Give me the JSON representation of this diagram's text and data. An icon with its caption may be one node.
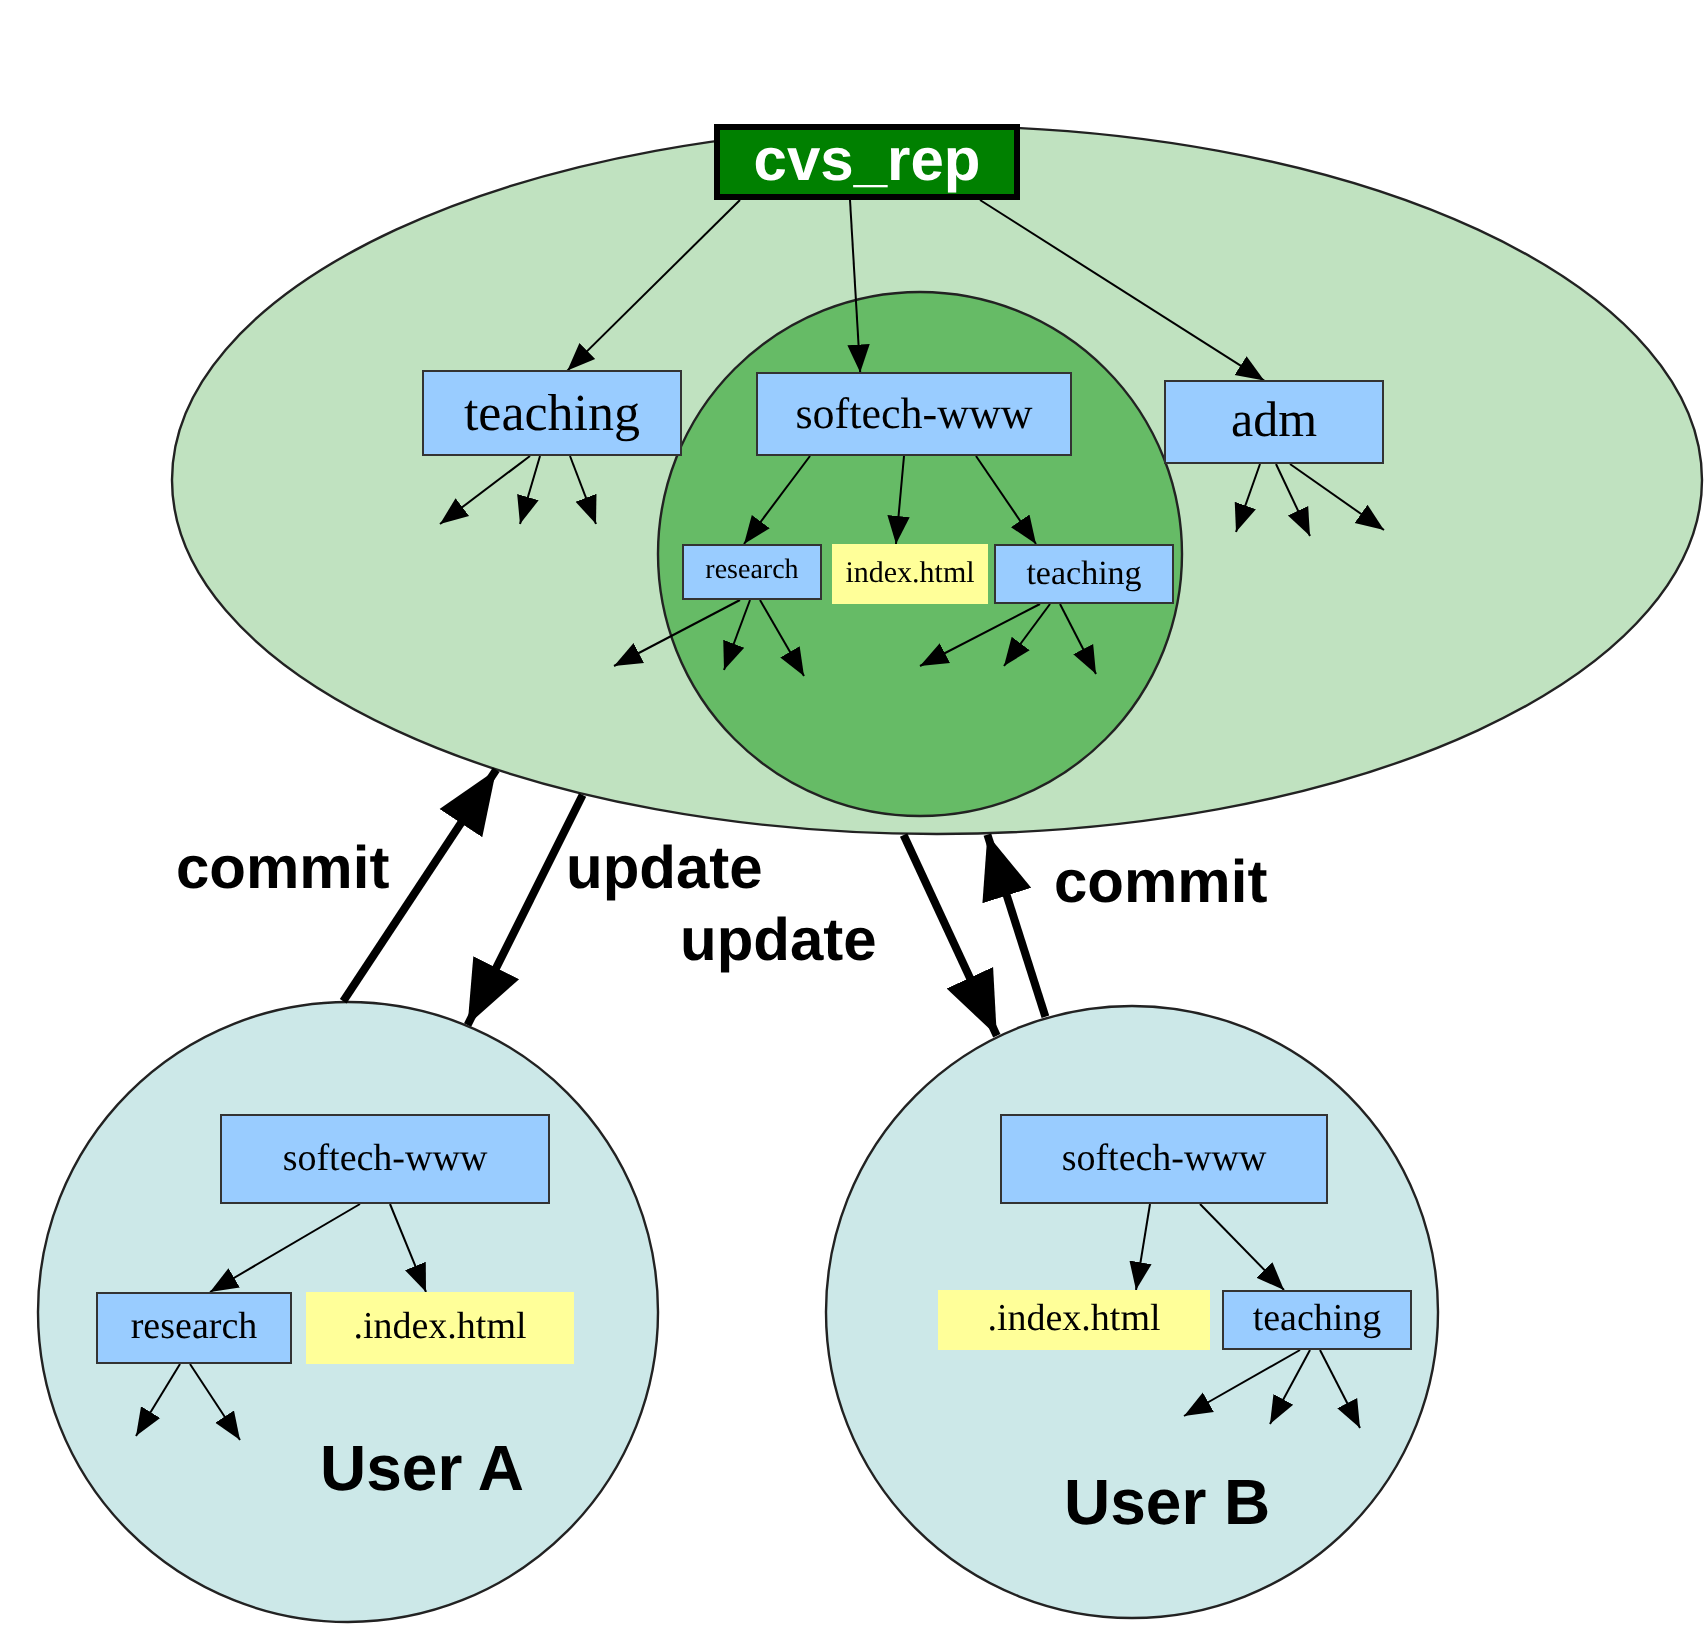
{
  "diagram": {
    "nodes": [
      {
        "text": [],
        "shape": "ellipse"
      },
      {
        "text": [
          "cvs_rep"
        ],
        "in": 0
      },
      {
        "text": [
          "teaching"
        ],
        "in": 0
      },
      {
        "text": [],
        "shape": "circle",
        "in": 0
      },
      {
        "text": [
          "softech-www"
        ],
        "in": 3
      },
      {
        "text": [
          "adm"
        ],
        "in": 0
      },
      {
        "text": [
          "research"
        ],
        "in": 3
      },
      {
        "text": [
          "index.html"
        ],
        "in": 3
      },
      {
        "text": [
          "teaching"
        ],
        "in": 3
      },
      {
        "text": [
          "User A"
        ]
      },
      {
        "text": [
          "softech-www"
        ],
        "in": 9
      },
      {
        "text": [
          "research"
        ],
        "in": 9
      },
      {
        "text": [
          ".index.html"
        ],
        "in": 9
      },
      {
        "text": [
          "User B"
        ]
      },
      {
        "text": [
          "softech-www"
        ],
        "in": 13
      },
      {
        "text": [
          ".index.html"
        ],
        "in": 13
      },
      {
        "text": [
          "teaching"
        ],
        "in": 13
      }
    ],
    "edges": [
      {
        "from": 1,
        "to": 2,
        "arrow": "to"
      },
      {
        "from": 1,
        "to": 4,
        "arrow": "to"
      },
      {
        "from": 1,
        "to": 5,
        "arrow": "to"
      },
      {
        "from": 2,
        "to": null,
        "arrow": "to"
      },
      {
        "from": 2,
        "to": null,
        "arrow": "to"
      },
      {
        "from": 2,
        "to": null,
        "arrow": "to"
      },
      {
        "from": 4,
        "to": 6,
        "arrow": "to"
      },
      {
        "from": 4,
        "to": 7,
        "arrow": "to"
      },
      {
        "from": 4,
        "to": 8,
        "arrow": "to"
      },
      {
        "from": 5,
        "to": null,
        "arrow": "to"
      },
      {
        "from": 5,
        "to": null,
        "arrow": "to"
      },
      {
        "from": 5,
        "to": null,
        "arrow": "to"
      },
      {
        "from": 6,
        "to": null,
        "arrow": "to"
      },
      {
        "from": 6,
        "to": null,
        "arrow": "to"
      },
      {
        "from": 6,
        "to": null,
        "arrow": "to"
      },
      {
        "from": 8,
        "to": null,
        "arrow": "to"
      },
      {
        "from": 8,
        "to": null,
        "arrow": "to"
      },
      {
        "from": 8,
        "to": null,
        "arrow": "to"
      },
      {
        "from": 9,
        "to": 0,
        "arrow": "to",
        "label": "commit",
        "style": "thick"
      },
      {
        "from": 0,
        "to": 9,
        "arrow": "to",
        "label": "update",
        "style": "thick"
      },
      {
        "from": 0,
        "to": 13,
        "arrow": "to",
        "label": "update",
        "style": "thick"
      },
      {
        "from": 13,
        "to": 0,
        "arrow": "to",
        "label": "commit",
        "style": "thick"
      },
      {
        "from": 10,
        "to": 11,
        "arrow": "to"
      },
      {
        "from": 10,
        "to": 12,
        "arrow": "to"
      },
      {
        "from": 11,
        "to": null,
        "arrow": "to"
      },
      {
        "from": 11,
        "to": null,
        "arrow": "to"
      },
      {
        "from": 14,
        "to": 15,
        "arrow": "to"
      },
      {
        "from": 14,
        "to": 16,
        "arrow": "to"
      },
      {
        "from": 16,
        "to": null,
        "arrow": "to"
      },
      {
        "from": 16,
        "to": null,
        "arrow": "to"
      },
      {
        "from": 16,
        "to": null,
        "arrow": "to"
      }
    ]
  }
}
